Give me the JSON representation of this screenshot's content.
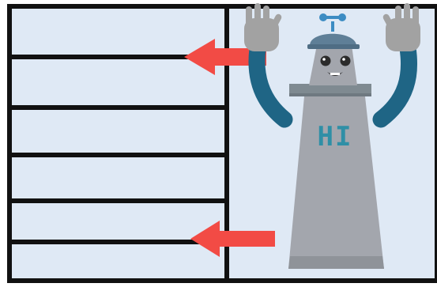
{
  "diagram": {
    "background_color": "#dfe9f5",
    "frame_color": "#111111",
    "shelf_count": 5,
    "arrow_color": "#f24b45",
    "arrow_count": 2
  },
  "robot": {
    "chest_text": "HI",
    "body_color": "#a3a6ad",
    "body_dark_color": "#8f9399",
    "ledge_color": "#7f8a91",
    "head_cap_color": "#5f7f97",
    "arm_color": "#1f6585",
    "hand_color": "#a2a2a2",
    "chest_text_color": "#2f8fa6",
    "eye_color": "#2b2b2b",
    "antenna_color": "#3c8cc3"
  }
}
